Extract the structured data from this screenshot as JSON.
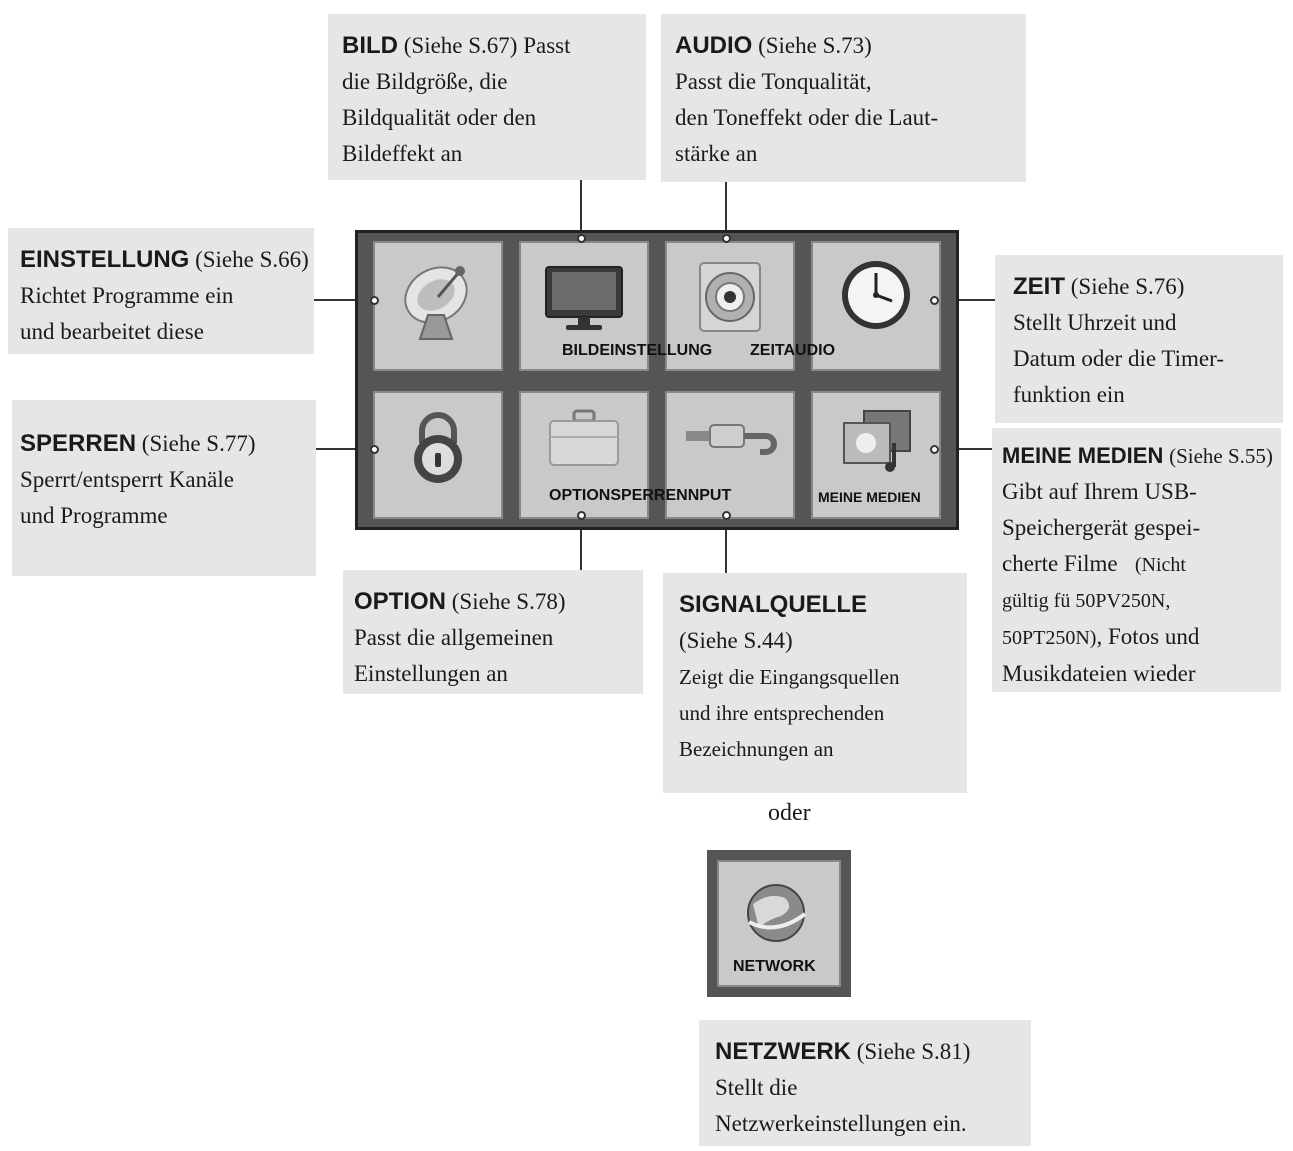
{
  "tv_menu": {
    "row1_label_a": "BILDEINSTELLUNG",
    "row1_label_b": "ZEITAUDIO",
    "row2_label_a": "OPTIONSPERRENNPUT",
    "row2_label_b": "MEINE MEDIEN"
  },
  "callouts": {
    "bild": {
      "head": "BILD",
      "lines": [
        "(Siehe S.67) Passt",
        "die Bildgröße, die",
        "Bildqualität oder den",
        "Bildeffekt an"
      ]
    },
    "audio": {
      "head": "AUDIO",
      "ref": "(Siehe S.73)",
      "lines": [
        "Passt die Tonqualität,",
        "den Toneffekt oder die Laut-",
        "stärke an"
      ]
    },
    "einstellung": {
      "head": "EINSTELLUNG",
      "ref": "(Siehe S.66)",
      "lines": [
        "Richtet Programme ein",
        "und bearbeitet diese"
      ]
    },
    "zeit": {
      "head": "ZEIT",
      "ref": "(Siehe S.76)",
      "lines": [
        "Stellt Uhrzeit und",
        "Datum oder die Timer-",
        "funktion ein"
      ]
    },
    "sperren": {
      "head": "SPERREN",
      "ref": "(Siehe S.77)",
      "lines": [
        "Sperrt/entsperrt Kanäle",
        "und Programme"
      ]
    },
    "meine_medien": {
      "head": "MEINE MEDIEN",
      "ref": "(Siehe S.55)",
      "lines": [
        "Gibt auf Ihrem USB-",
        "Speichergerät gespei-",
        "cherte Filme",
        "(Nicht",
        "gültig fü 50PV250N,",
        "50PT250N)",
        ", Fotos und",
        "Musikdateien wieder"
      ]
    },
    "option": {
      "head": "OPTION",
      "ref": "(Siehe S.78)",
      "lines": [
        "Passt die allgemeinen",
        "Einstellungen an"
      ]
    },
    "signalquelle": {
      "head": "SIGNALQUELLE",
      "ref": "(Siehe S.44)",
      "lines": [
        "Zeigt die Eingangsquellen",
        "und ihre entsprechenden",
        "Bezeichnungen an"
      ]
    },
    "netzwerk": {
      "head": "NETZWERK",
      "ref": "(Siehe S.81)",
      "lines": [
        "Stellt die",
        "Netzwerkeinstellungen ein."
      ]
    }
  },
  "oder": "oder",
  "network_tile_label": "NETWORK"
}
